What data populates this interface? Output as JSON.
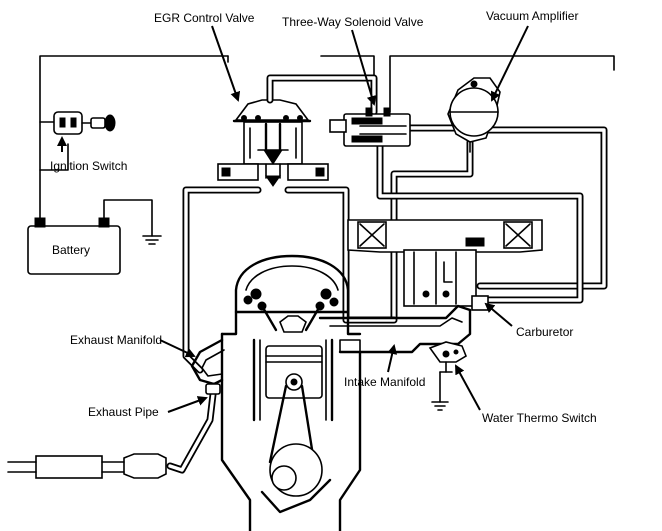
{
  "labels": {
    "egr_control_valve": "EGR Control Valve",
    "three_way_solenoid_valve": "Three-Way Solenoid Valve",
    "vacuum_amplifier": "Vacuum Amplifier",
    "ignition_switch": "Ignition Switch",
    "battery": "Battery",
    "exhaust_manifold": "Exhaust Manifold",
    "carburetor": "Carburetor",
    "intake_manifold": "Intake Manifold",
    "exhaust_pipe": "Exhaust Pipe",
    "water_thermo_switch": "Water Thermo Switch"
  },
  "colors": {
    "ink": "#000000",
    "paper": "#ffffff"
  }
}
